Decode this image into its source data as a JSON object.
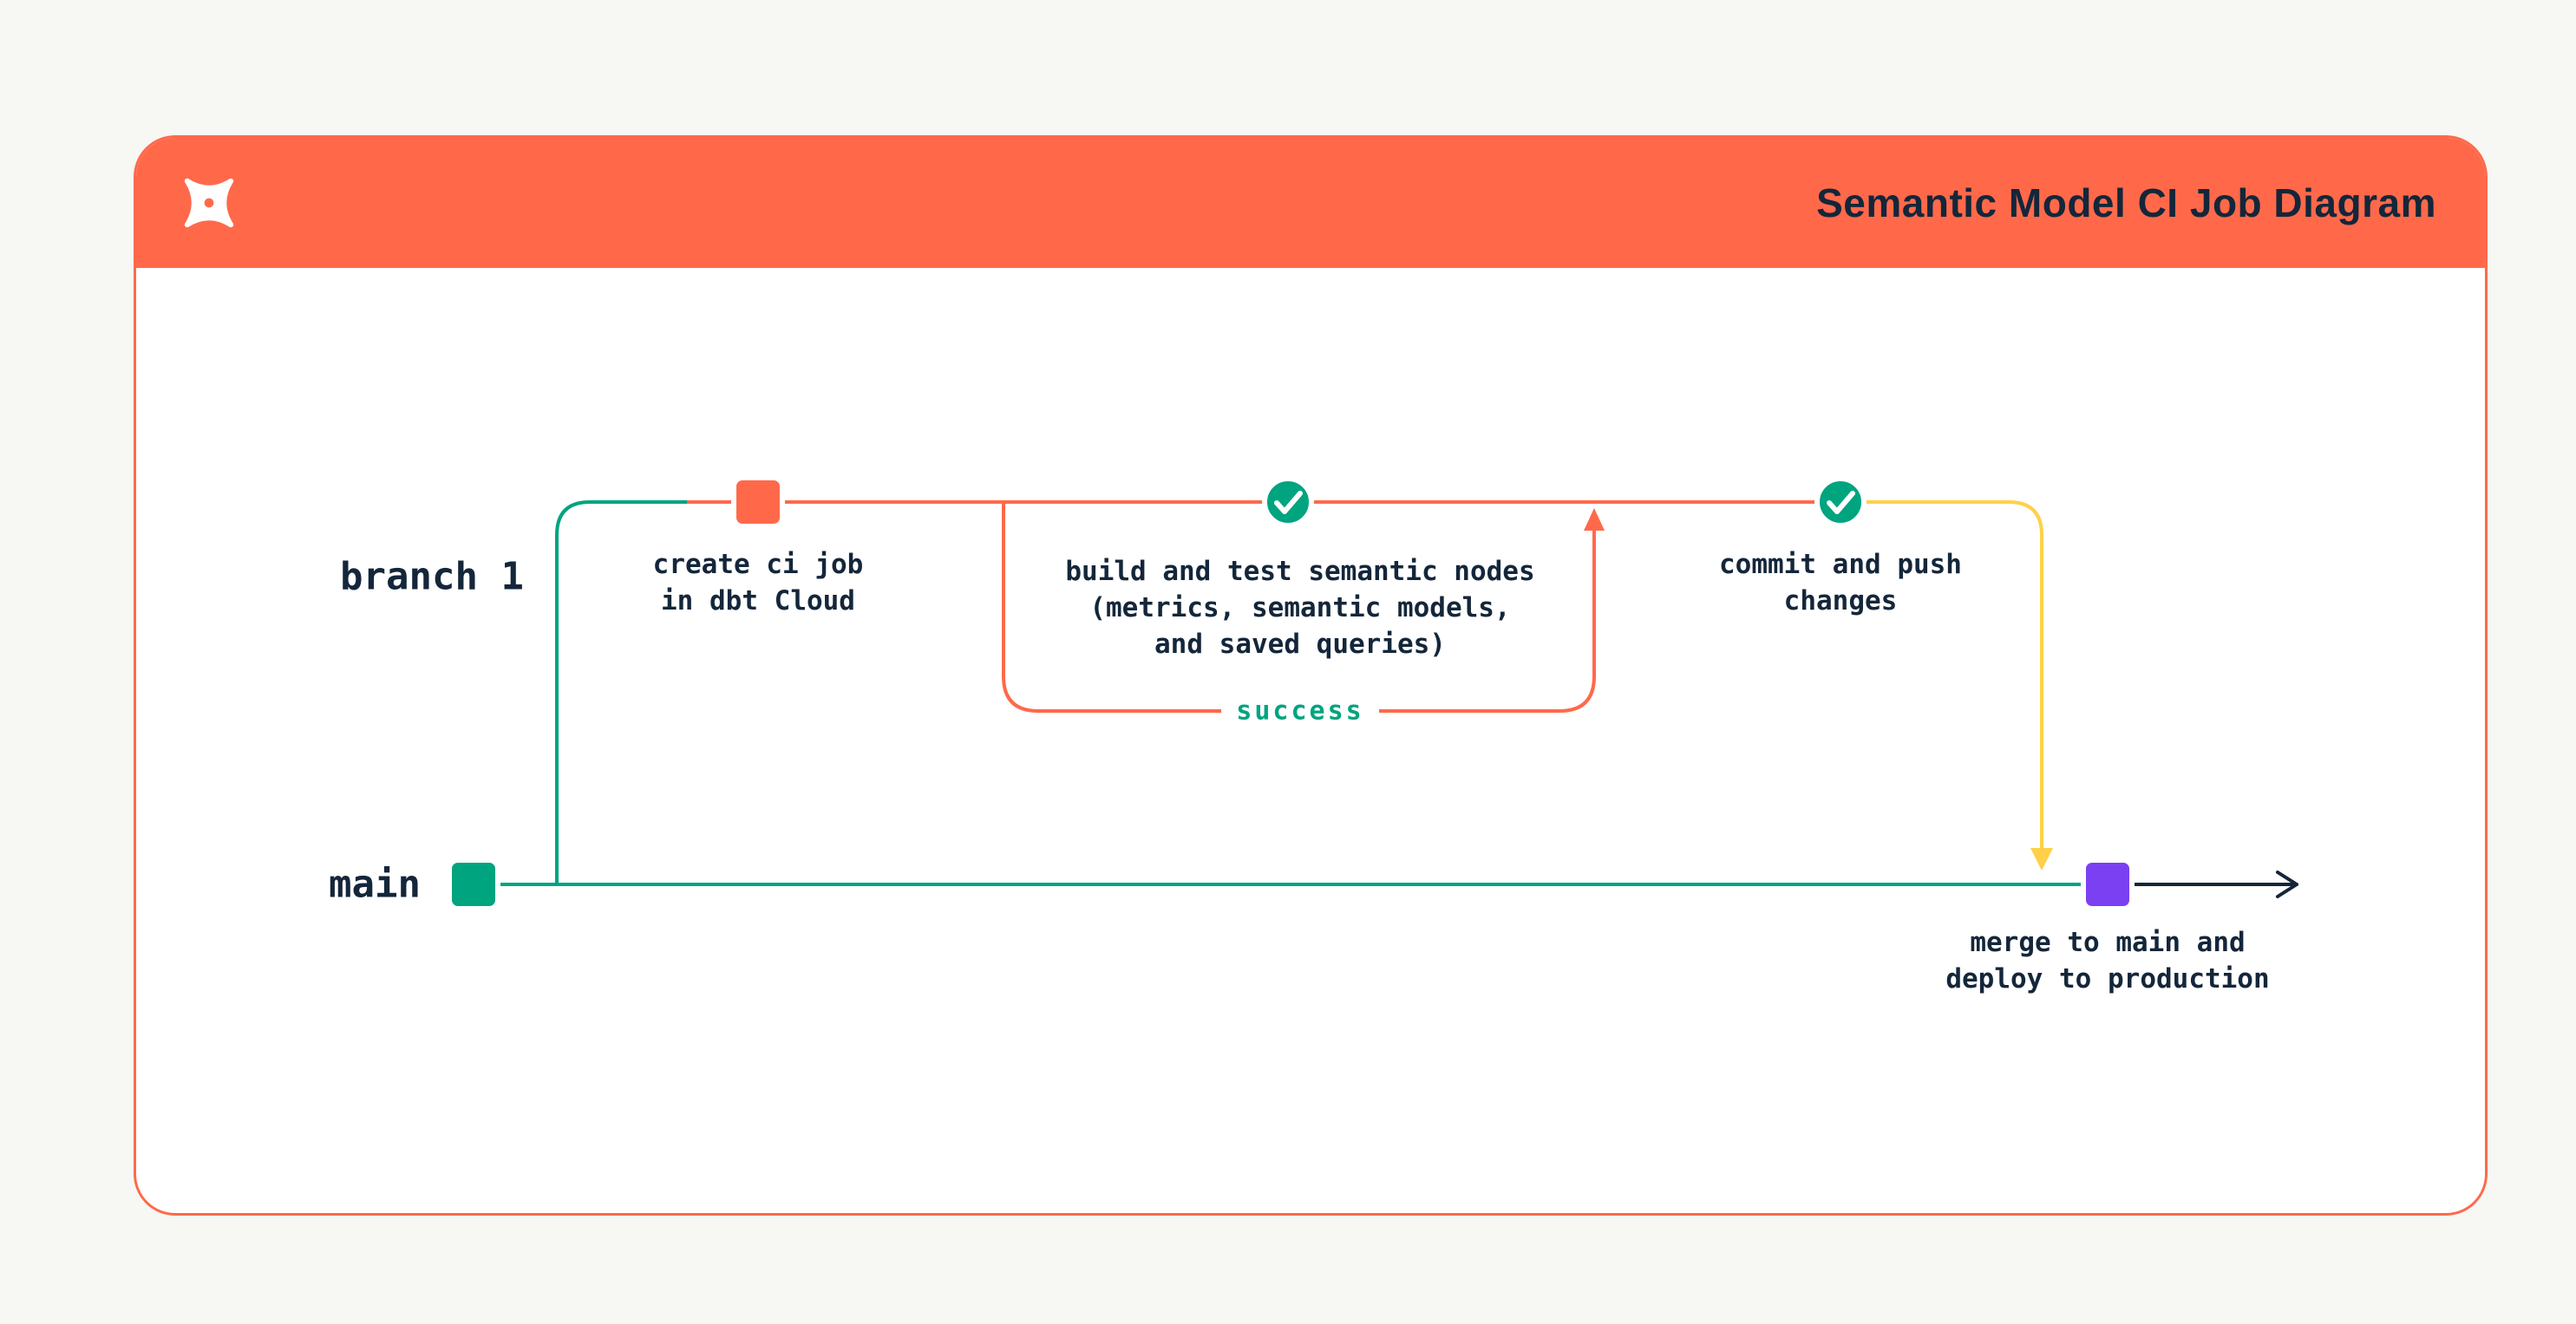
{
  "header": {
    "title": "Semantic Model CI Job Diagram"
  },
  "labels": {
    "branch1": "branch 1",
    "main": "main"
  },
  "nodes": {
    "create_ci": "create ci job\nin dbt Cloud",
    "build_test": "build and test semantic nodes\n(metrics, semantic models,\nand saved queries)",
    "commit_push": "commit and push\nchanges",
    "merge": "merge to main and\ndeploy to production"
  },
  "loop": {
    "label": "success"
  },
  "colors": {
    "orange": "#ff694a",
    "green": "#00a47f",
    "yellow": "#ffd048",
    "purple": "#7a40f2",
    "navy": "#14263a"
  }
}
